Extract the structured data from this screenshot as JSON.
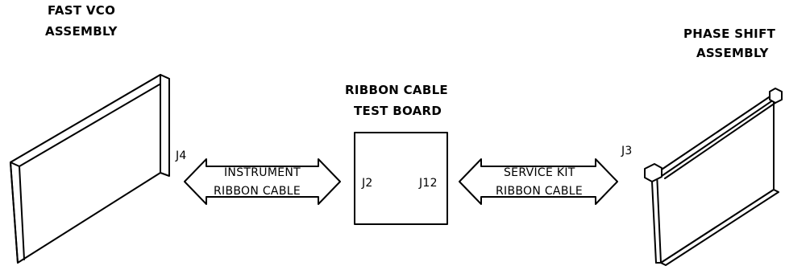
{
  "fast_vco": {
    "title_line1": "FAST VCO",
    "title_line2": "ASSEMBLY"
  },
  "phase_shift": {
    "title_line1": "PHASE SHIFT",
    "title_line2": "ASSEMBLY"
  },
  "test_board": {
    "title_line1": "RIBBON CABLE",
    "title_line2": "TEST BOARD",
    "left_connector": "J2",
    "right_connector": "J12"
  },
  "instrument_cable": {
    "line1": "INSTRUMENT",
    "line2": "RIBBON CABLE",
    "connector": "J4"
  },
  "service_cable": {
    "line1": "SERVICE KIT",
    "line2": "RIBBON CABLE",
    "connector": "J3"
  }
}
